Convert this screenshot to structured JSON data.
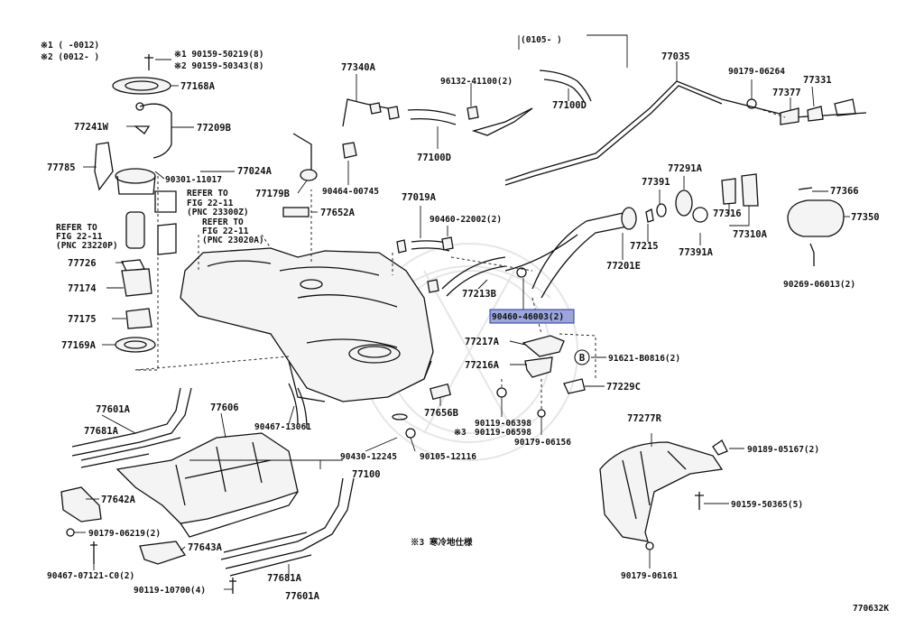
{
  "diagram": {
    "footnotes": {
      "note1": "※1 (      -0012)",
      "note2": "※2 (0012-      )",
      "note3": "※3 寒冷地仕様",
      "range": "(0105-      )"
    },
    "figure_id": "770632K",
    "labels": [
      {
        "id": "l_90159_50219",
        "text": "※1 90159-50219(8)",
        "small": true
      },
      {
        "id": "l_90159_50343",
        "text": "※2 90159-50343(8)",
        "small": true
      },
      {
        "id": "l_77168A",
        "text": "77168A"
      },
      {
        "id": "l_77241W",
        "text": "77241W"
      },
      {
        "id": "l_77209B",
        "text": "77209B"
      },
      {
        "id": "l_77785",
        "text": "77785"
      },
      {
        "id": "l_90301",
        "text": "90301-11017",
        "small": true
      },
      {
        "id": "l_77024A",
        "text": "77024A"
      },
      {
        "id": "l_refer1a",
        "text": "REFER TO",
        "small": true
      },
      {
        "id": "l_refer1b",
        "text": "FIG 22-11",
        "small": true
      },
      {
        "id": "l_refer1c",
        "text": "(PNC 23300Z)",
        "small": true
      },
      {
        "id": "l_refer2a",
        "text": "REFER TO",
        "small": true
      },
      {
        "id": "l_refer2b",
        "text": "FIG 22-11",
        "small": true
      },
      {
        "id": "l_refer2c",
        "text": "(PNC 23220P)",
        "small": true
      },
      {
        "id": "l_refer3a",
        "text": "REFER TO",
        "small": true
      },
      {
        "id": "l_refer3b",
        "text": "FIG 22-11",
        "small": true
      },
      {
        "id": "l_refer3c",
        "text": "(PNC 23020A)",
        "small": true
      },
      {
        "id": "l_77726",
        "text": "77726"
      },
      {
        "id": "l_77174",
        "text": "77174"
      },
      {
        "id": "l_77175",
        "text": "77175"
      },
      {
        "id": "l_77169A",
        "text": "77169A"
      },
      {
        "id": "l_77340A",
        "text": "77340A"
      },
      {
        "id": "l_77179B",
        "text": "77179B"
      },
      {
        "id": "l_90464",
        "text": "90464-00745",
        "small": true
      },
      {
        "id": "l_77652A",
        "text": "77652A"
      },
      {
        "id": "l_96132",
        "text": "96132-41100(2)",
        "small": true
      },
      {
        "id": "l_77100D_1",
        "text": "77100D"
      },
      {
        "id": "l_77100D_2",
        "text": "77100D"
      },
      {
        "id": "l_77019A",
        "text": "77019A"
      },
      {
        "id": "l_90460_22002",
        "text": "90460-22002(2)",
        "small": true
      },
      {
        "id": "l_77213B",
        "text": "77213B"
      },
      {
        "id": "l_90460_46003",
        "text": "90460-46003(2)",
        "small": true
      },
      {
        "id": "l_77217A",
        "text": "77217A"
      },
      {
        "id": "l_77216A",
        "text": "77216A"
      },
      {
        "id": "l_91621",
        "text": "91621-B0816(2)",
        "small": true
      },
      {
        "id": "l_77229C",
        "text": "77229C"
      },
      {
        "id": "l_77656B",
        "text": "77656B"
      },
      {
        "id": "l_90119_06398",
        "text": "90119-06398",
        "small": true
      },
      {
        "id": "l_90119_06598",
        "text": "90119-06598",
        "small": true
      },
      {
        "id": "l_90179_06156",
        "text": "90179-06156",
        "small": true
      },
      {
        "id": "l_77035",
        "text": "77035"
      },
      {
        "id": "l_90179_06264",
        "text": "90179-06264",
        "small": true
      },
      {
        "id": "l_77377",
        "text": "77377"
      },
      {
        "id": "l_77331",
        "text": "77331"
      },
      {
        "id": "l_77291A",
        "text": "77291A"
      },
      {
        "id": "l_77391",
        "text": "77391"
      },
      {
        "id": "l_77316",
        "text": "77316"
      },
      {
        "id": "l_77310A",
        "text": "77310A"
      },
      {
        "id": "l_77391A",
        "text": "77391A"
      },
      {
        "id": "l_77215",
        "text": "77215"
      },
      {
        "id": "l_77201E",
        "text": "77201E"
      },
      {
        "id": "l_77366",
        "text": "77366"
      },
      {
        "id": "l_77350",
        "text": "77350"
      },
      {
        "id": "l_90269",
        "text": "90269-06013(2)",
        "small": true
      },
      {
        "id": "l_77601A_1",
        "text": "77601A"
      },
      {
        "id": "l_77681A_1",
        "text": "77681A"
      },
      {
        "id": "l_77606",
        "text": "77606"
      },
      {
        "id": "l_90467_13061",
        "text": "90467-13061",
        "small": true
      },
      {
        "id": "l_90430",
        "text": "90430-12245",
        "small": true
      },
      {
        "id": "l_90105",
        "text": "90105-12116",
        "small": true
      },
      {
        "id": "l_77100",
        "text": "77100"
      },
      {
        "id": "l_77642A",
        "text": "77642A"
      },
      {
        "id": "l_90179_06219",
        "text": "90179-06219(2)",
        "small": true
      },
      {
        "id": "l_77643A",
        "text": "77643A"
      },
      {
        "id": "l_90467_07121",
        "text": "90467-07121-C0(2)",
        "small": true
      },
      {
        "id": "l_90119_10700",
        "text": "90119-10700(4)",
        "small": true
      },
      {
        "id": "l_77681A_2",
        "text": "77681A"
      },
      {
        "id": "l_77601A_2",
        "text": "77601A"
      },
      {
        "id": "l_77277R",
        "text": "77277R"
      },
      {
        "id": "l_90189",
        "text": "90189-05167(2)",
        "small": true
      },
      {
        "id": "l_90159_50365",
        "text": "90159-50365(5)",
        "small": true
      },
      {
        "id": "l_90179_06161",
        "text": "90179-06161",
        "small": true
      },
      {
        "id": "l_note3_star",
        "text": "※3",
        "small": true
      }
    ],
    "circle_marker": "B"
  }
}
